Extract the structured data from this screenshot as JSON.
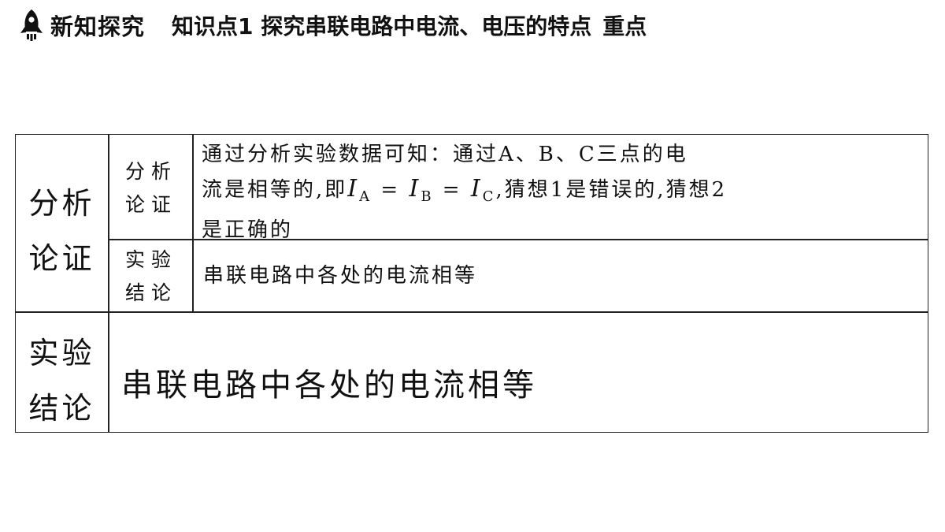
{
  "header": {
    "icon": "rocket-icon",
    "section": "新知探究",
    "topic": "知识点1  探究串联电路中电流、电压的特点",
    "tag": "重点"
  },
  "table": {
    "row1": {
      "label_line1": "分析",
      "label_line2": "论证",
      "sub1": {
        "label_line1": "分析",
        "label_line2": "论证",
        "text_a": "通过分析实验数据可知：通过A、B、C三点的电",
        "text_b": "流是相等的,即",
        "formula_i": "I",
        "sub_a": "A",
        "sub_b": "B",
        "sub_c": "C",
        "eq": " = ",
        "text_c": ",猜想1是错误的,猜想2",
        "text_d": "是正确的"
      },
      "sub2": {
        "label_line1": "实验",
        "label_line2": "结论",
        "text": "串联电路中各处的电流相等"
      }
    },
    "row2": {
      "label_line1": "实验",
      "label_line2": "结论",
      "text": "串联电路中各处的电流相等"
    }
  }
}
